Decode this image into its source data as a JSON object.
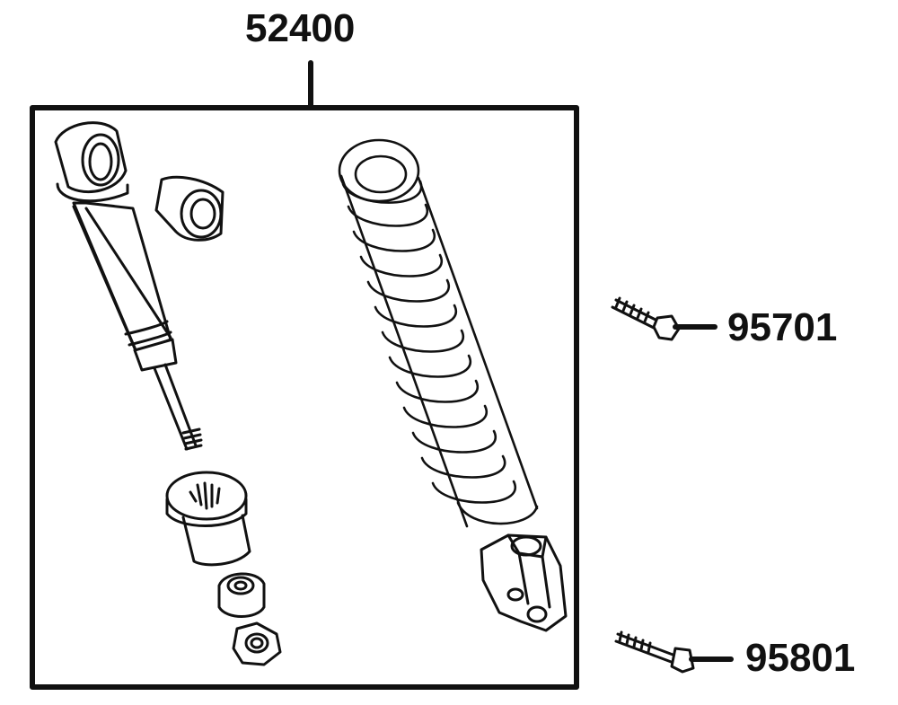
{
  "diagram": {
    "assembly_part_number": "52400",
    "callouts": [
      {
        "part_number": "95701",
        "item": "bolt-short"
      },
      {
        "part_number": "95801",
        "item": "bolt-long"
      }
    ],
    "icons": [
      "shock-absorber-icon",
      "rubber-bushing-icon",
      "spring-seat-icon",
      "rubber-cushion-icon",
      "nut-icon",
      "coil-spring-icon",
      "spring-bracket-icon",
      "bolt-icon"
    ],
    "colors": {
      "line": "#111111",
      "background": "#ffffff"
    }
  }
}
